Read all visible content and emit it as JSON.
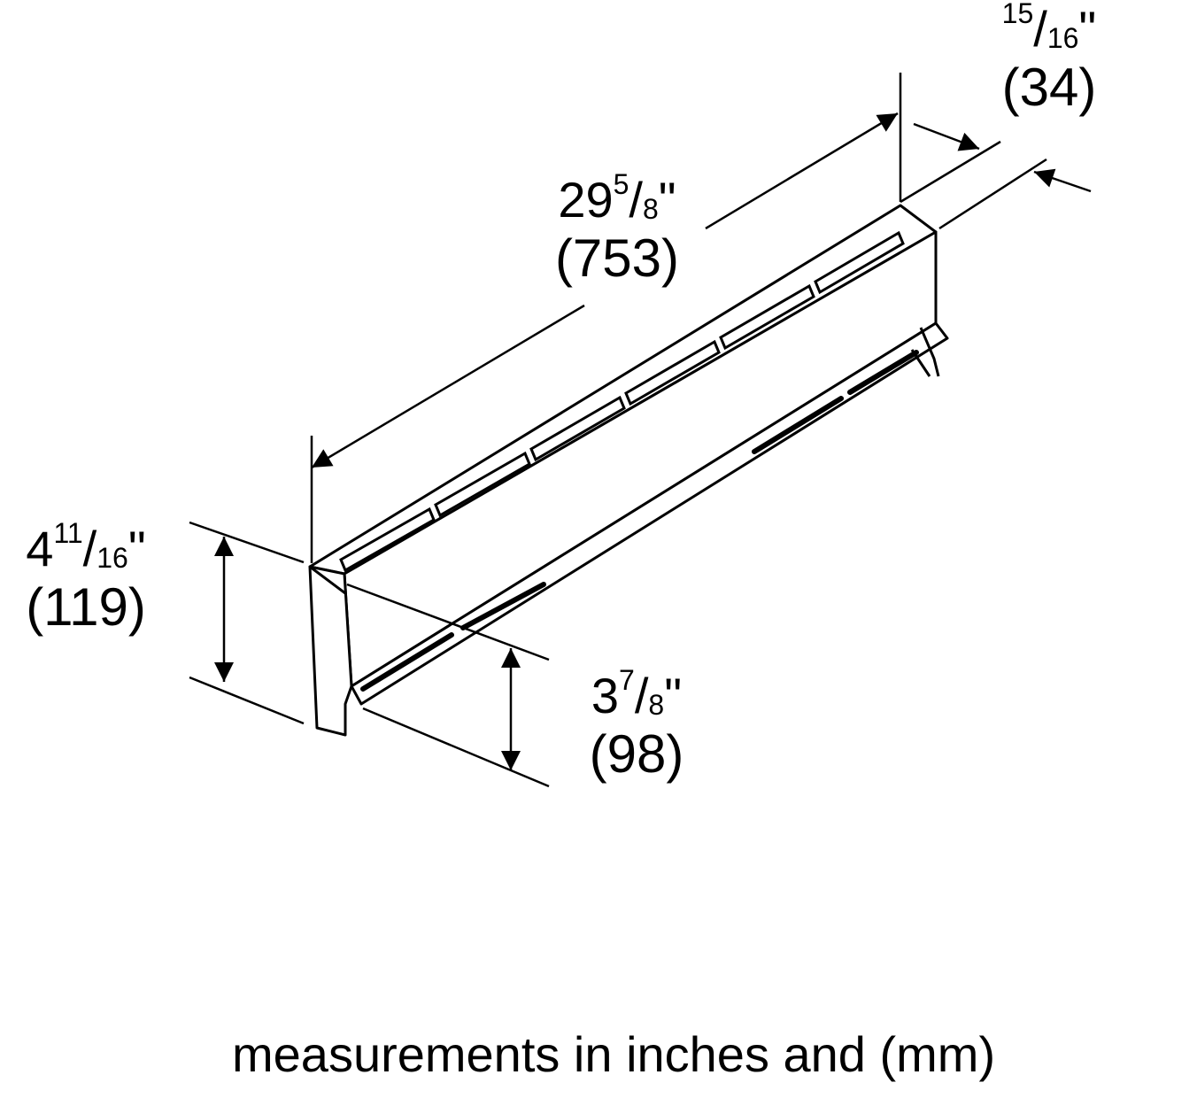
{
  "dimensions": {
    "length": {
      "whole": "29",
      "num": "5",
      "den": "8",
      "unit": "\"",
      "mm": "(753)"
    },
    "depth": {
      "whole": "",
      "num": "15",
      "den": "16",
      "unit": "\"",
      "mm": "(34)"
    },
    "height": {
      "whole": "4",
      "num": "11",
      "den": "16",
      "unit": "\"",
      "mm": "(119)"
    },
    "inner_height": {
      "whole": "3",
      "num": "7",
      "den": "8",
      "unit": "\"",
      "mm": "(98)"
    }
  },
  "caption": "measurements in inches and (mm)"
}
